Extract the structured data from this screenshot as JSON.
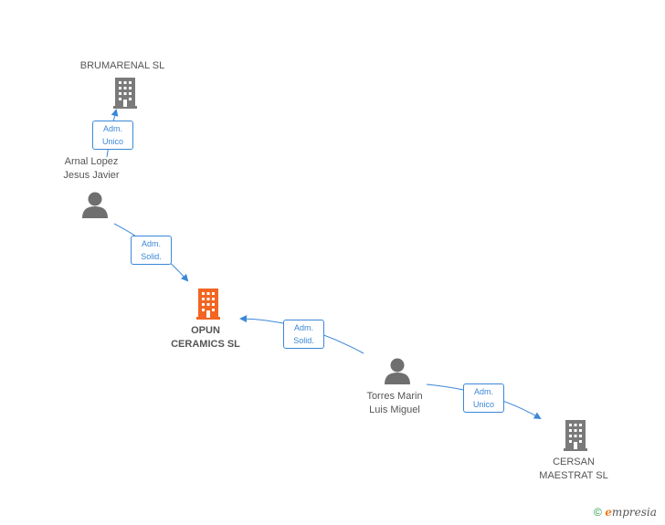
{
  "nodes": {
    "brumarenal": {
      "name": "BRUMARENAL SL",
      "type": "company"
    },
    "arnal": {
      "name_line1": "Arnal Lopez",
      "name_line2": "Jesus Javier",
      "type": "person"
    },
    "opun": {
      "name_line1": "OPUN",
      "name_line2": "CERAMICS SL",
      "type": "company-main"
    },
    "torres": {
      "name_line1": "Torres Marin",
      "name_line2": "Luis Miguel",
      "type": "person"
    },
    "cersan": {
      "name_line1": "CERSAN",
      "name_line2": "MAESTRAT SL",
      "type": "company"
    }
  },
  "edges": {
    "arnal_brumarenal": {
      "line1": "Adm.",
      "line2": "Unico"
    },
    "arnal_opun": {
      "line1": "Adm.",
      "line2": "Solid."
    },
    "torres_opun": {
      "line1": "Adm.",
      "line2": "Solid."
    },
    "torres_cersan": {
      "line1": "Adm.",
      "line2": "Unico"
    }
  },
  "colors": {
    "edge": "#3b87d8",
    "company_icon": "#7a7a7a",
    "main_company_icon": "#f26522",
    "person_icon": "#6f6f6f"
  },
  "footer": {
    "copyright": "©",
    "brand_initial": "e",
    "brand_rest": "mpresia"
  }
}
